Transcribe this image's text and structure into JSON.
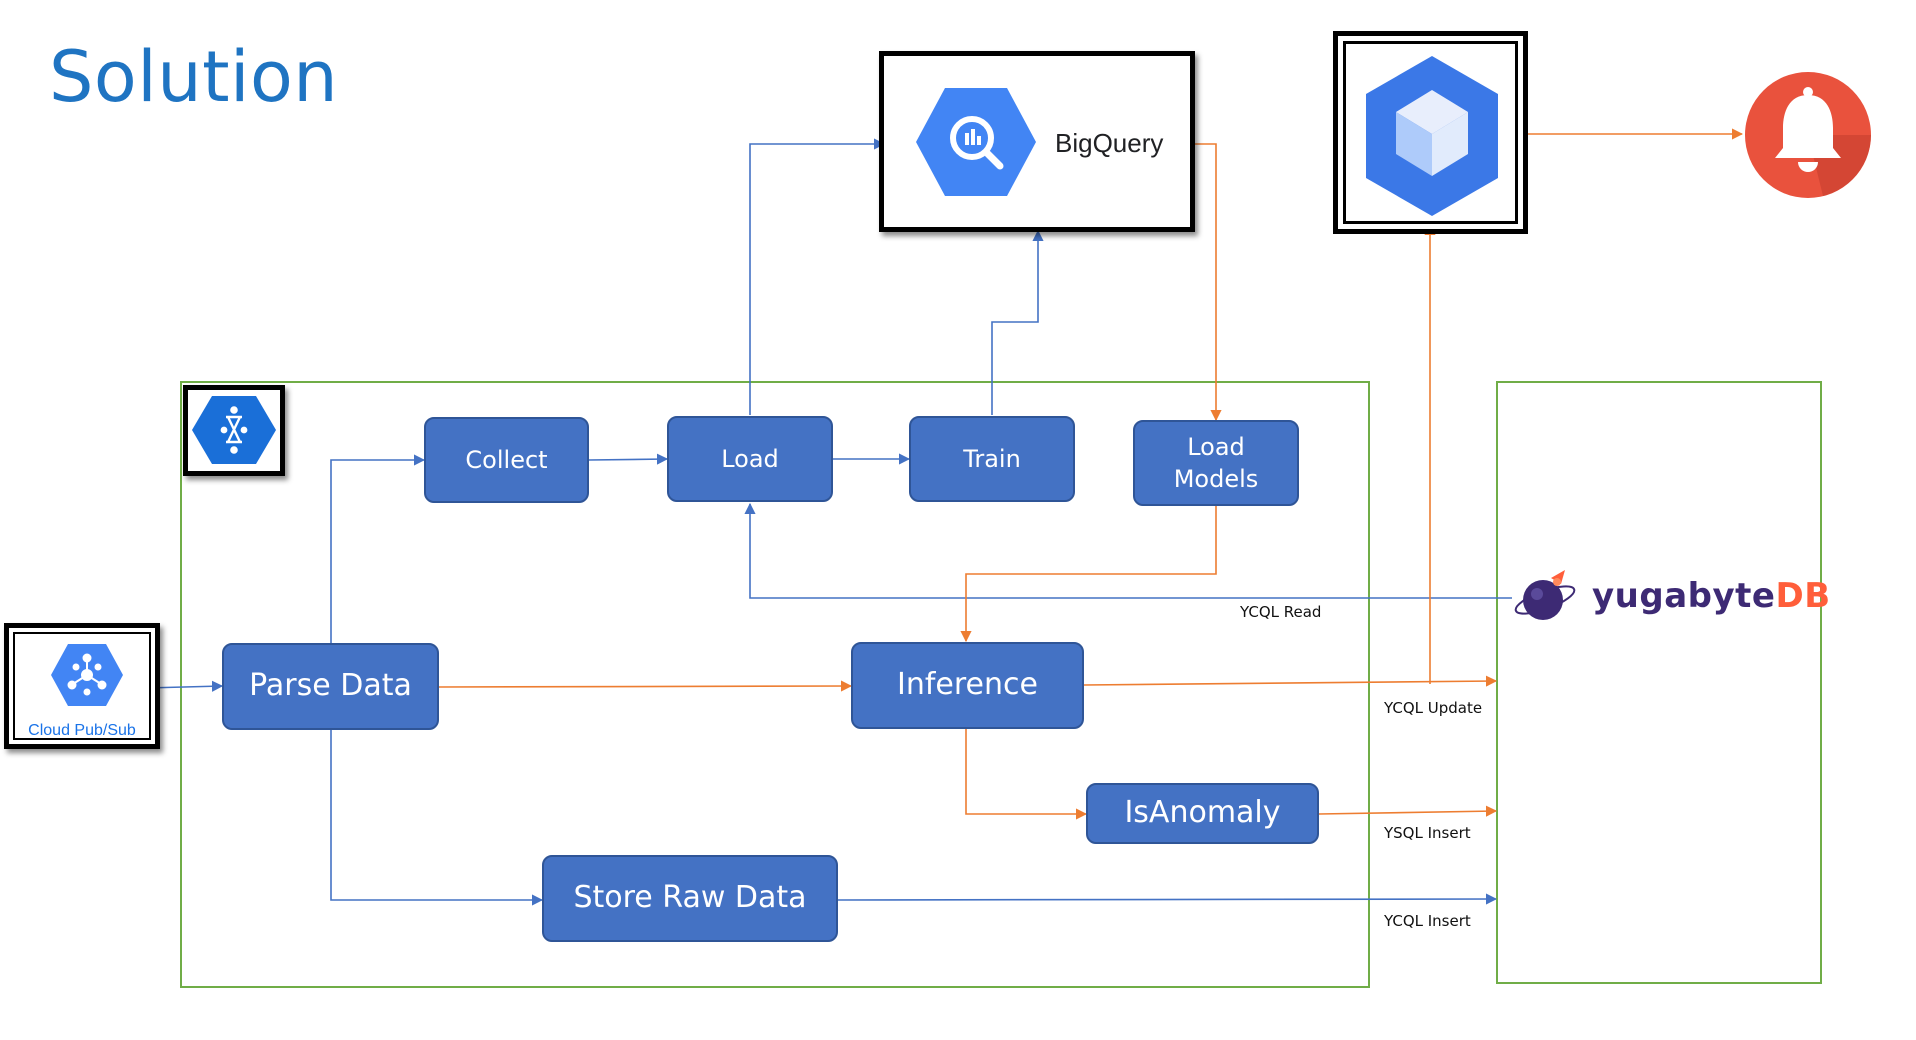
{
  "title": "Solution",
  "nodes": {
    "collect": "Collect",
    "load": "Load",
    "train": "Train",
    "load_models": "Load\nModels",
    "parse_data": "Parse Data",
    "inference": "Inference",
    "is_anomaly": "IsAnomaly",
    "store_raw": "Store Raw Data"
  },
  "services": {
    "bigquery": "BigQuery",
    "pubsub": "Cloud Pub/Sub",
    "yugabyte_main": "yugabyte",
    "yugabyte_suffix": "DB",
    "dataflow_icon": "dataflow-icon",
    "pubsub_icon": "pubsub-icon",
    "bigquery_icon": "bigquery-icon",
    "ai_platform_icon": "ai-platform-icon",
    "alert_icon": "bell-icon",
    "yugabyte_icon": "yugabyte-planet-icon"
  },
  "edge_labels": {
    "ycql_read": "YCQL Read",
    "ycql_update": "YCQL Update",
    "ysql_insert": "YSQL Insert",
    "ycql_insert": "YCQL Insert"
  },
  "colors": {
    "blue_edge": "#4472c4",
    "orange_edge": "#ed7d31",
    "node_fill": "#4472c4",
    "group_border": "#70ad47",
    "title": "#1f74c2",
    "yugabyte_text": "#3d2a74",
    "yugabyte_db": "#ff5e3a",
    "alert": "#e9523d"
  }
}
